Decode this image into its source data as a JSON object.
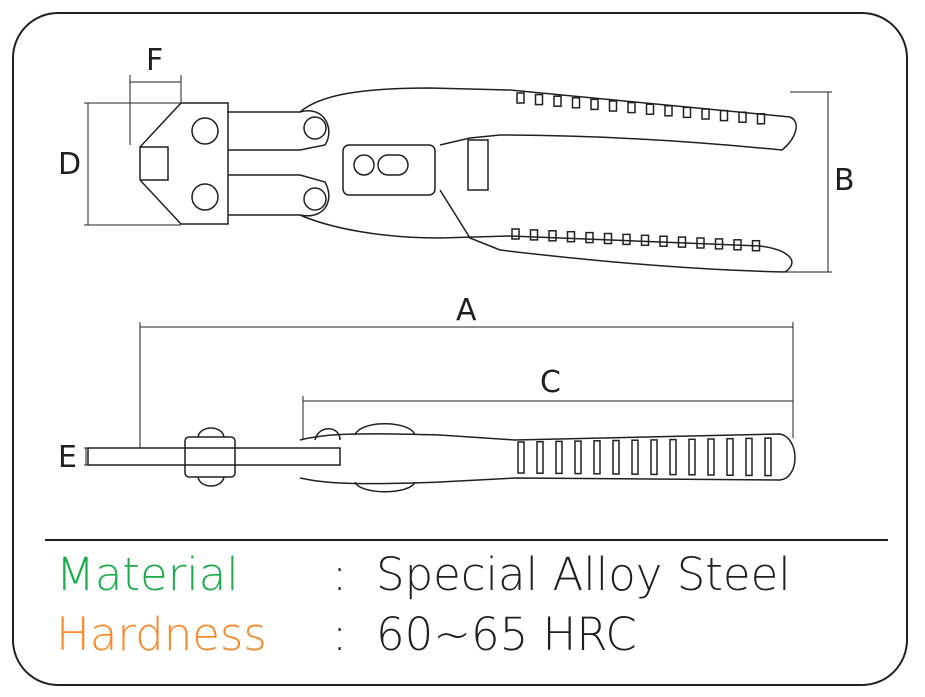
{
  "dimensions": {
    "A": "A",
    "B": "B",
    "C": "C",
    "D": "D",
    "E": "E",
    "F": "F"
  },
  "specs": [
    {
      "label": "Material",
      "separator": ":",
      "value": "Special Alloy Steel",
      "color": "#1aac4a"
    },
    {
      "label": "Hardness",
      "separator": ":",
      "value": "60~65 HRC",
      "color": "#f7892a"
    }
  ]
}
